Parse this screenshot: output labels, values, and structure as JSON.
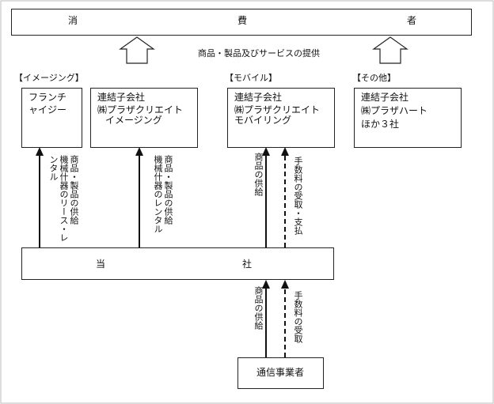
{
  "consumer": {
    "c1": "消",
    "c2": "費",
    "c3": "者"
  },
  "provision_label": "商品・製品及びサービスの提供",
  "categories": {
    "imaging": "【イメージング】",
    "mobile": "【モバイル】",
    "other": "【その他】"
  },
  "franchise": {
    "line1": "フランチ",
    "line2": "ャイジー"
  },
  "sub_imaging": {
    "line1": "連結子会社",
    "line2": "㈱プラザクリエイト",
    "line3": "イメージング"
  },
  "sub_mobile": {
    "line1": "連結子会社",
    "line2": "㈱プラザクリエイト",
    "line3": "モバイリング"
  },
  "sub_other": {
    "line1": "連結子会社",
    "line2": "㈱プラザハート",
    "line3": "ほか３社"
  },
  "company": {
    "c1": "当",
    "c2": "社"
  },
  "carrier": "通信事業者",
  "flows": {
    "franchise_col1": "商品・製品の供給",
    "franchise_col2": "機械什器のリース・レ",
    "franchise_col3": "ンタル",
    "imaging_col1": "商品・製品の供給",
    "imaging_col2": "機械什器のレンタル",
    "mobile_supply": "商品の供給",
    "mobile_fee": "手数料の受取・支払",
    "carrier_supply": "商品の供給",
    "carrier_fee": "手数料の受取"
  }
}
